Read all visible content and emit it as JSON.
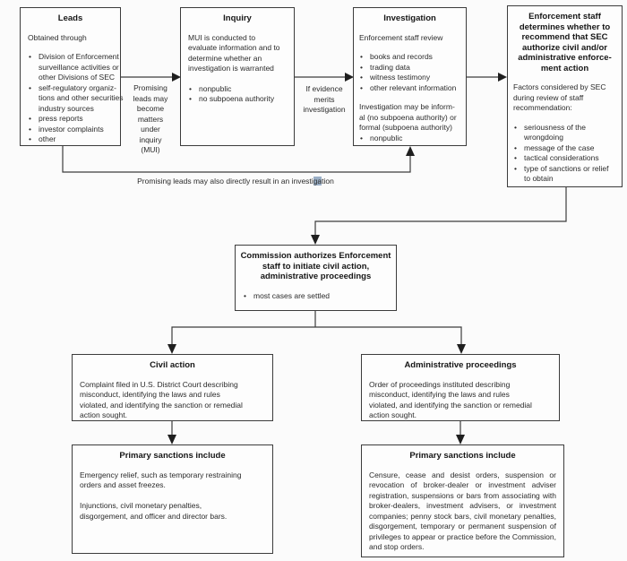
{
  "colors": {
    "background": "#fbfbfb",
    "box_fill": "#fdfdfd",
    "border": "#3c3c3c",
    "text": "#2b2b2b",
    "selection_highlight": "#9aafc6"
  },
  "boxes": {
    "leads": {
      "title": "Leads",
      "intro": "Obtained through",
      "bullets": [
        [
          "Division of Enforcement",
          "surveillance activities or",
          "other Divisions of SEC"
        ],
        [
          "self-regulatory organiz-",
          "tions and other securities",
          "industry sources"
        ],
        "press reports",
        "investor complaints",
        "other"
      ]
    },
    "inquiry": {
      "title": "Inquiry",
      "para": [
        "MUI is conducted to",
        "evaluate information and to",
        "determine whether an",
        "investigation is warranted"
      ],
      "bullets": [
        "nonpublic",
        "no subpoena authority"
      ]
    },
    "investigation": {
      "title": "Investigation",
      "intro": "Enforcement staff review",
      "bullets": [
        "books and records",
        "trading data",
        "witness testimony",
        "other relevant information"
      ],
      "para": [
        "Investigation may be inform-",
        "al (no subpoena authority) or",
        "formal (subpoena authority)"
      ],
      "bullets2": [
        "nonpublic"
      ]
    },
    "enforcement": {
      "title": [
        "Enforcement staff",
        "determines whether to",
        "recommend that SEC",
        "authorize civil and/or",
        "administrative enforce-",
        "ment action"
      ],
      "para": [
        "Factors considered by SEC",
        "during review of staff",
        "recommendation:"
      ],
      "bullets": [
        [
          "seriousness of the",
          "wrongdoing"
        ],
        "message of the case",
        "tactical considerations",
        [
          "type of sanctions or relief",
          "to obtain"
        ]
      ]
    },
    "commission": {
      "title": [
        "Commission authorizes Enforcement",
        "staff to initiate civil action,",
        "administrative proceedings"
      ],
      "bullets": [
        "most cases are settled"
      ]
    },
    "civil": {
      "title": "Civil action",
      "para": [
        "Complaint filed in U.S. District Court describing",
        "misconduct, identifying the laws and rules",
        "violated, and identifying the sanction or remedial",
        "action sought."
      ]
    },
    "admin": {
      "title": "Administrative proceedings",
      "para": [
        "Order of proceedings instituted describing",
        "misconduct, identifying the laws and rules",
        "violated, and identifying the sanction or remedial",
        "action sought."
      ]
    },
    "sanctions_left": {
      "title": "Primary sanctions include",
      "para1": [
        "Emergency relief, such as temporary restraining",
        "orders and asset freezes."
      ],
      "para2": [
        "Injunctions, civil monetary penalties,",
        "disgorgement, and officer and director bars."
      ]
    },
    "sanctions_right": {
      "title": "Primary sanctions include",
      "para": "Censure, cease and desist orders, suspension or revocation of broker-dealer or investment adviser registration, suspensions or bars from associating with broker-dealers, investment advisers, or investment companies; penny stock bars, civil monetary penalties, disgorgement, temporary or permanent suspension of privileges to appear or practice before the Commission, and stop orders."
    }
  },
  "labels": {
    "mui": [
      "Promising",
      "leads may",
      "become",
      "matters",
      "under",
      "inquiry",
      "(MUI)"
    ],
    "evidence": [
      "If evidence",
      "merits",
      "investigation"
    ],
    "direct": {
      "before": "Promising leads may also directly result in an investi",
      "highlight": "ga",
      "after": "tion"
    }
  }
}
